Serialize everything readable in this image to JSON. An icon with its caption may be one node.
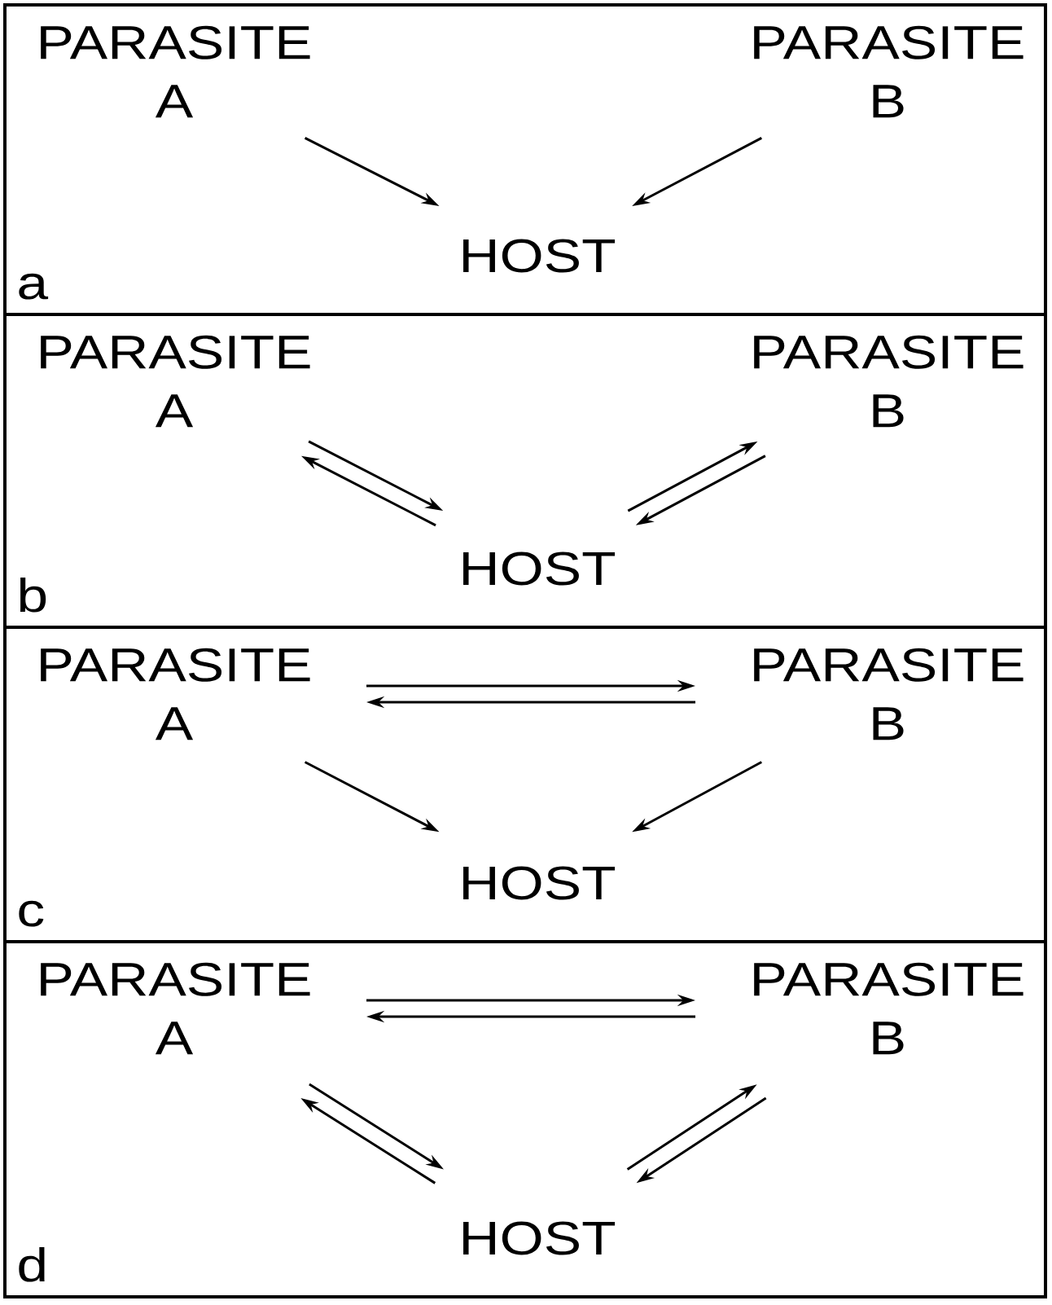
{
  "diagram": {
    "nodes": [
      {
        "text": [
          "a"
        ]
      },
      {
        "text": [
          "PARASITE A"
        ],
        "in": 0
      },
      {
        "text": [
          "PARASITE B"
        ],
        "in": 0
      },
      {
        "text": [
          "HOST"
        ],
        "in": 0
      },
      {
        "text": [
          "b"
        ]
      },
      {
        "text": [
          "PARASITE A"
        ],
        "in": 4
      },
      {
        "text": [
          "PARASITE B"
        ],
        "in": 4
      },
      {
        "text": [
          "HOST"
        ],
        "in": 4
      },
      {
        "text": [
          "c"
        ]
      },
      {
        "text": [
          "PARASITE A"
        ],
        "in": 8
      },
      {
        "text": [
          "PARASITE B"
        ],
        "in": 8
      },
      {
        "text": [
          "HOST"
        ],
        "in": 8
      },
      {
        "text": [
          "d"
        ]
      },
      {
        "text": [
          "PARASITE A"
        ],
        "in": 12
      },
      {
        "text": [
          "PARASITE B"
        ],
        "in": 12
      },
      {
        "text": [
          "HOST"
        ],
        "in": 12
      }
    ],
    "edges": [
      {
        "from": 1,
        "to": 3,
        "arrow": "to"
      },
      {
        "from": 2,
        "to": 3,
        "arrow": "to"
      },
      {
        "from": 5,
        "to": 7,
        "arrow": "to"
      },
      {
        "from": 7,
        "to": 5,
        "arrow": "to"
      },
      {
        "from": 7,
        "to": 6,
        "arrow": "to"
      },
      {
        "from": 6,
        "to": 7,
        "arrow": "to"
      },
      {
        "from": 9,
        "to": 10,
        "arrow": "to"
      },
      {
        "from": 10,
        "to": 9,
        "arrow": "to"
      },
      {
        "from": 9,
        "to": 11,
        "arrow": "to"
      },
      {
        "from": 10,
        "to": 11,
        "arrow": "to"
      },
      {
        "from": 13,
        "to": 14,
        "arrow": "to"
      },
      {
        "from": 14,
        "to": 13,
        "arrow": "to"
      },
      {
        "from": 13,
        "to": 15,
        "arrow": "to"
      },
      {
        "from": 15,
        "to": 13,
        "arrow": "to"
      },
      {
        "from": 15,
        "to": 14,
        "arrow": "to"
      },
      {
        "from": 14,
        "to": 15,
        "arrow": "to"
      }
    ]
  }
}
